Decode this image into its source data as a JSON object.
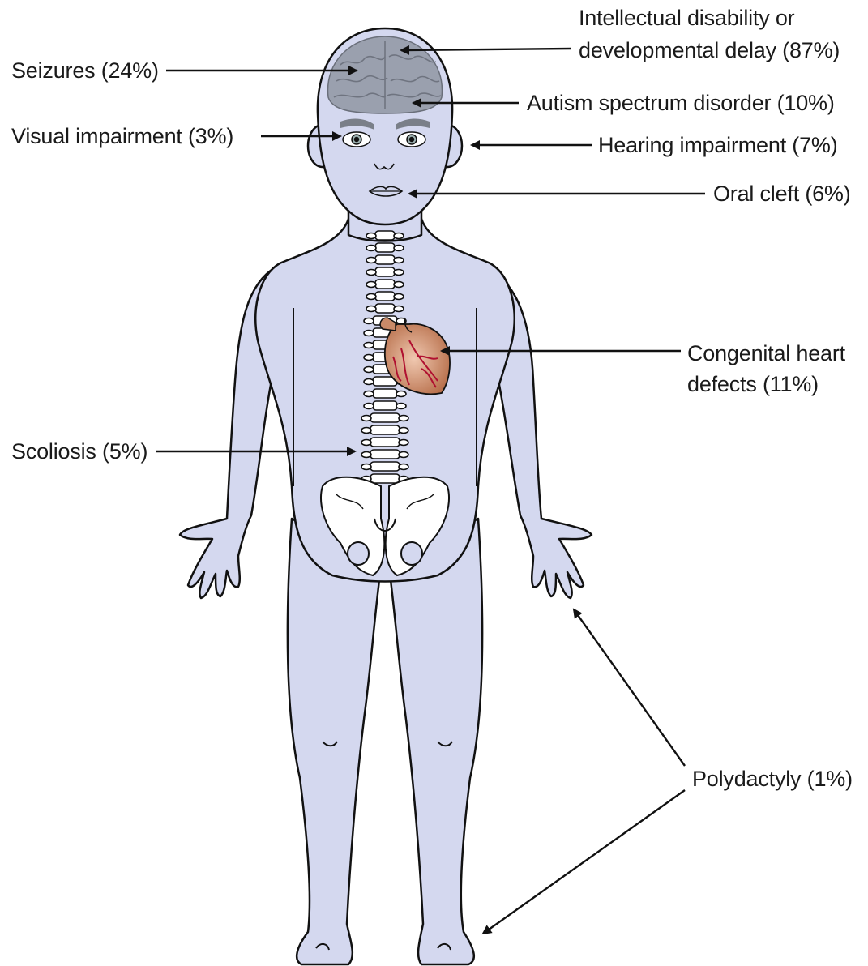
{
  "labels": {
    "intellectual_line1": "Intellectual disability or",
    "intellectual_line2": "developmental delay (87%)",
    "seizures": "Seizures (24%)",
    "autism": "Autism spectrum disorder (10%)",
    "visual": "Visual impairment (3%)",
    "hearing": "Hearing impairment (7%)",
    "oral_cleft": "Oral cleft (6%)",
    "heart_line1": "Congenital heart",
    "heart_line2": "defects (11%)",
    "scoliosis": "Scoliosis (5%)",
    "polydactyly": "Polydactyly (1%)"
  },
  "colors": {
    "skin": "#d4d8ef",
    "outline": "#111111",
    "brain": "#9aa0ae",
    "heart": "#c98a68",
    "vessels": "#b01030",
    "bone": "#ffffff"
  }
}
